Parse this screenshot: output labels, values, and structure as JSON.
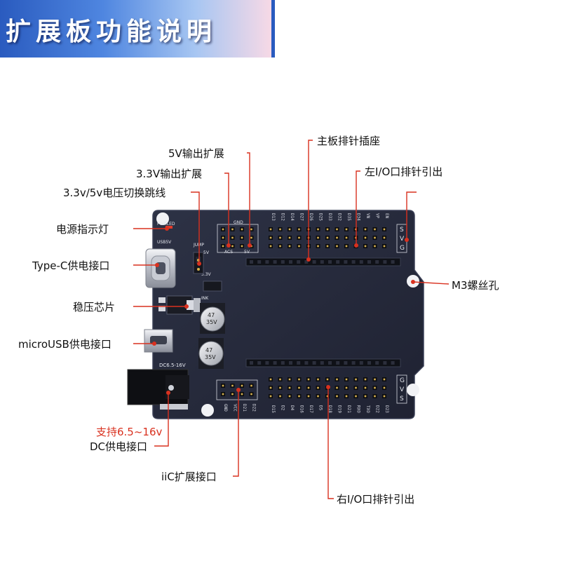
{
  "banner": {
    "title": "扩展板功能说明"
  },
  "callouts": {
    "out5v": "5V输出扩展",
    "out33v": "3.3V输出扩展",
    "jumper": "3.3v/5v电压切换跳线",
    "power_led": "电源指示灯",
    "typec": "Type-C供电接口",
    "regulator": "稳压芯片",
    "microusb": "microUSB供电接口",
    "dc_range": "支持6.5~16v",
    "dc": "DC供电接口",
    "iic": "iiC扩展接口",
    "main_header": "主板排针插座",
    "left_io": "左I/O口排针引出",
    "m3": "M3螺丝孔",
    "right_io": "右I/O口排针引出"
  },
  "board": {
    "pwr_led": "PWRLED",
    "usb5v": "USB5V",
    "jump": "JUMP",
    "jump_5v": "5V",
    "jump_33v": "3.3V",
    "gnd": "GND",
    "acs": "ACS",
    "five_v": "5V",
    "dc_rating": "DC6.5-16V",
    "ink": "INK",
    "cap1": "47\n35V",
    "cap2": "47\n35V",
    "top_pins": [
      "D13",
      "D12",
      "D14",
      "D27",
      "D26",
      "D25",
      "D33",
      "D32",
      "D35",
      "D34",
      "VN",
      "VP",
      "EN"
    ],
    "bottom_pins": [
      "D15",
      "D2",
      "D4",
      "D16",
      "D17",
      "D5",
      "D18",
      "D19",
      "D21",
      "RXO",
      "TXO",
      "D22",
      "D23"
    ],
    "iic_pins": [
      "GND",
      "VCC",
      "D21",
      "D22"
    ],
    "s_label": "S",
    "v_label": "V",
    "g_label": "G"
  },
  "colors": {
    "board": "#262a3a",
    "callout_line": "#d9311f",
    "label_red": "#d9311f"
  }
}
